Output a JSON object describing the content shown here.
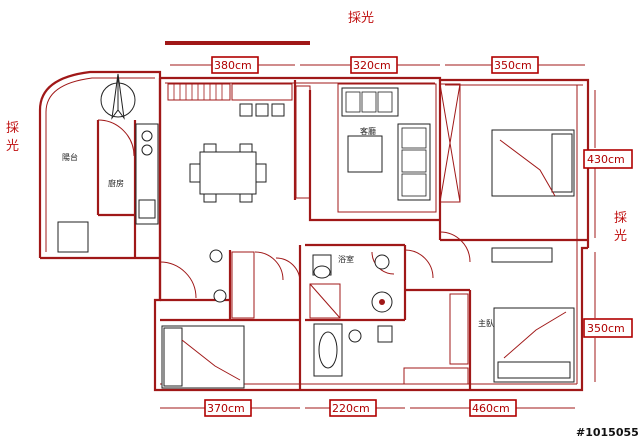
{
  "daylight_labels": {
    "top": "採光",
    "left": "採光",
    "right": "採光"
  },
  "dimensions": {
    "top": [
      "380cm",
      "320cm",
      "350cm"
    ],
    "right": [
      "430cm",
      "350cm"
    ],
    "bottom": [
      "370cm",
      "220cm",
      "460cm"
    ]
  },
  "rooms": {
    "balcony": "陽台",
    "kitchen": "廚房",
    "bathroom": "浴室",
    "master_bedroom": "主臥"
  },
  "watermark": "#1015055"
}
